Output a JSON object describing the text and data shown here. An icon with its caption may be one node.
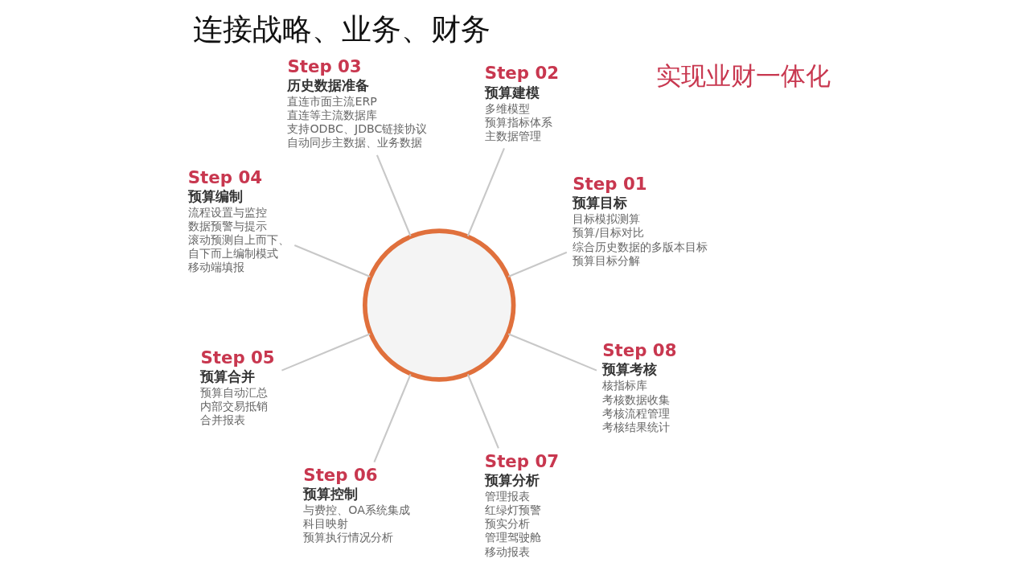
{
  "diagram": {
    "title": "连接战略、业务、财务",
    "nodes": [
      {
        "text": [],
        "shape": "circle"
      },
      {
        "text": [
          "Step 01",
          "预算目标",
          "目标模拟测算",
          "预算/目标对比",
          "综合历史数据的多版本目标",
          "预算目标分解"
        ]
      },
      {
        "text": [
          "Step 02",
          "预算建模",
          "多维模型",
          "预算指标体系",
          "主数据管理"
        ]
      },
      {
        "text": [
          "Step 03",
          "历史数据准备",
          "直连市面主流ERP",
          "直连等主流数据库",
          "支持ODBC、JDBC链接协议",
          "自动同步主数据、业务数据"
        ]
      },
      {
        "text": [
          "Step 04",
          "预算编制",
          "流程设置与监控",
          "数据预警与提示",
          "滚动预测自上而下、",
          "自下而上编制模式",
          "移动端填报"
        ]
      },
      {
        "text": [
          "Step 05",
          "预算合并",
          "预算自动汇总",
          "内部交易抵销",
          "合并报表"
        ]
      },
      {
        "text": [
          "Step 06",
          "预算控制",
          "与费控、OA系统集成",
          "科目映射",
          "预算执行情况分析"
        ]
      },
      {
        "text": [
          "Step 07",
          "预算分析",
          "管理报表",
          "红绿灯预警",
          "预实分析",
          "管理驾驶舱",
          "移动报表"
        ]
      },
      {
        "text": [
          "Step 08",
          "预算考核",
          "核指标库",
          "考核数据收集",
          "考核流程管理",
          "考核结果统计"
        ]
      }
    ],
    "edges": [
      {
        "from": 0,
        "to": 1,
        "arrow": "none"
      },
      {
        "from": 0,
        "to": 2,
        "arrow": "none"
      },
      {
        "from": 0,
        "to": 3,
        "arrow": "none"
      },
      {
        "from": 0,
        "to": 4,
        "arrow": "none"
      },
      {
        "from": 0,
        "to": 5,
        "arrow": "none"
      },
      {
        "from": 0,
        "to": 6,
        "arrow": "none"
      },
      {
        "from": 0,
        "to": 7,
        "arrow": "none"
      },
      {
        "from": 0,
        "to": 8,
        "arrow": "none"
      }
    ],
    "labels": [
      "实现业财一体化"
    ]
  }
}
